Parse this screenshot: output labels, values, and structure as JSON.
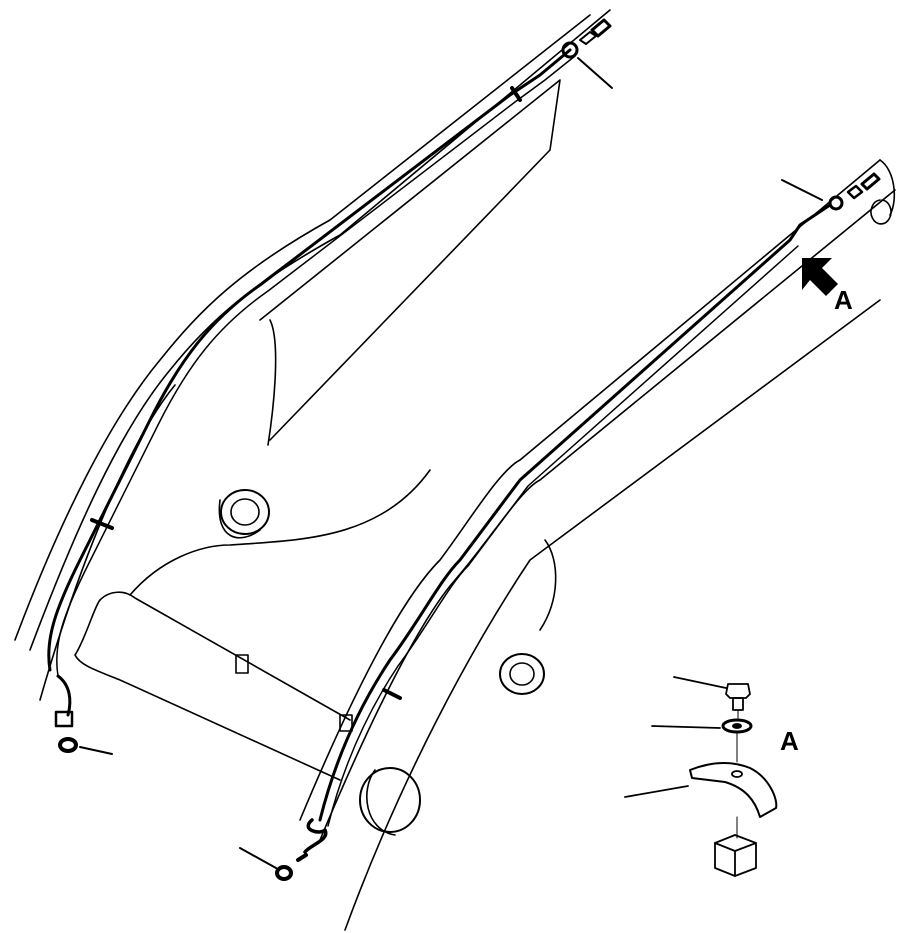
{
  "diagram": {
    "type": "technical parts illustration",
    "subject": "boom hydraulic piping with clamp detail",
    "colors": {
      "line": "#000000",
      "background": "#ffffff"
    },
    "labels": {
      "view_marker": "A",
      "detail_title": "A"
    },
    "parts": [
      {
        "name": "upper-pipe-fitting-left-arm"
      },
      {
        "name": "upper-pipe-fitting-right-arm"
      },
      {
        "name": "lower-cap-left"
      },
      {
        "name": "lower-cap-center"
      },
      {
        "name": "bolt"
      },
      {
        "name": "washer"
      },
      {
        "name": "clamp"
      },
      {
        "name": "block"
      }
    ]
  }
}
